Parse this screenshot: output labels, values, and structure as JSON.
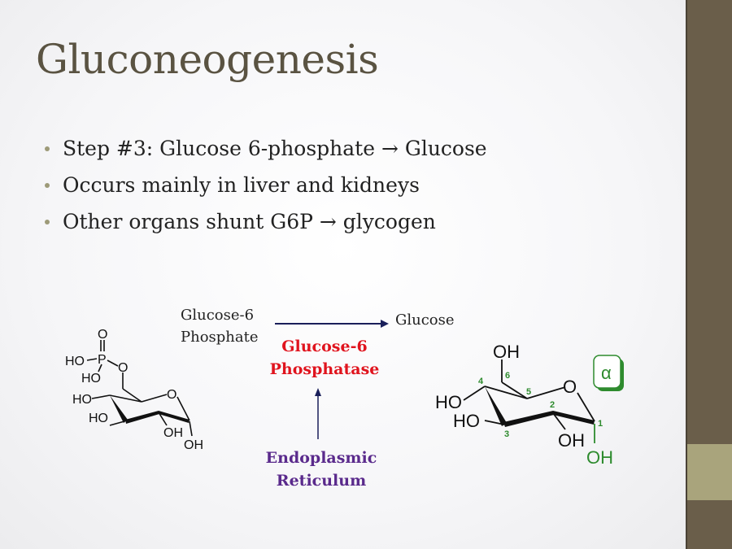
{
  "title": "Gluconeogenesis",
  "bullets": [
    "Step #3: Glucose 6-phosphate → Glucose",
    "Occurs mainly in liver and kidneys",
    "Other organs shunt G6P → glycogen"
  ],
  "diagram": {
    "substrate_line1": "Glucose-6",
    "substrate_line2": "Phosphate",
    "product": "Glucose",
    "enzyme_line1": "Glucose-6",
    "enzyme_line2": "Phosphatase",
    "location_line1": "Endoplasmic",
    "location_line2": "Reticulum",
    "colors": {
      "enzyme": "#e0141e",
      "location": "#5a2a8c",
      "arrow": "#1a1f5a",
      "numbering": "#2e8b2e"
    }
  },
  "g6p_labels": {
    "o_double": "O",
    "p": "P",
    "ho1": "HO",
    "ho2": "HO",
    "o_link": "O",
    "o_ring": "O",
    "ho_c4": "HO",
    "ho_c3": "HO",
    "oh_c2": "OH",
    "oh_c1": "OH"
  },
  "glucose_labels": {
    "oh_c6": "OH",
    "o_ring": "O",
    "ho_c4": "HO",
    "ho_c3": "HO",
    "oh_c2": "OH",
    "oh_c1": "OH",
    "anomer": "α",
    "numbers": [
      "1",
      "2",
      "3",
      "4",
      "5",
      "6"
    ]
  }
}
